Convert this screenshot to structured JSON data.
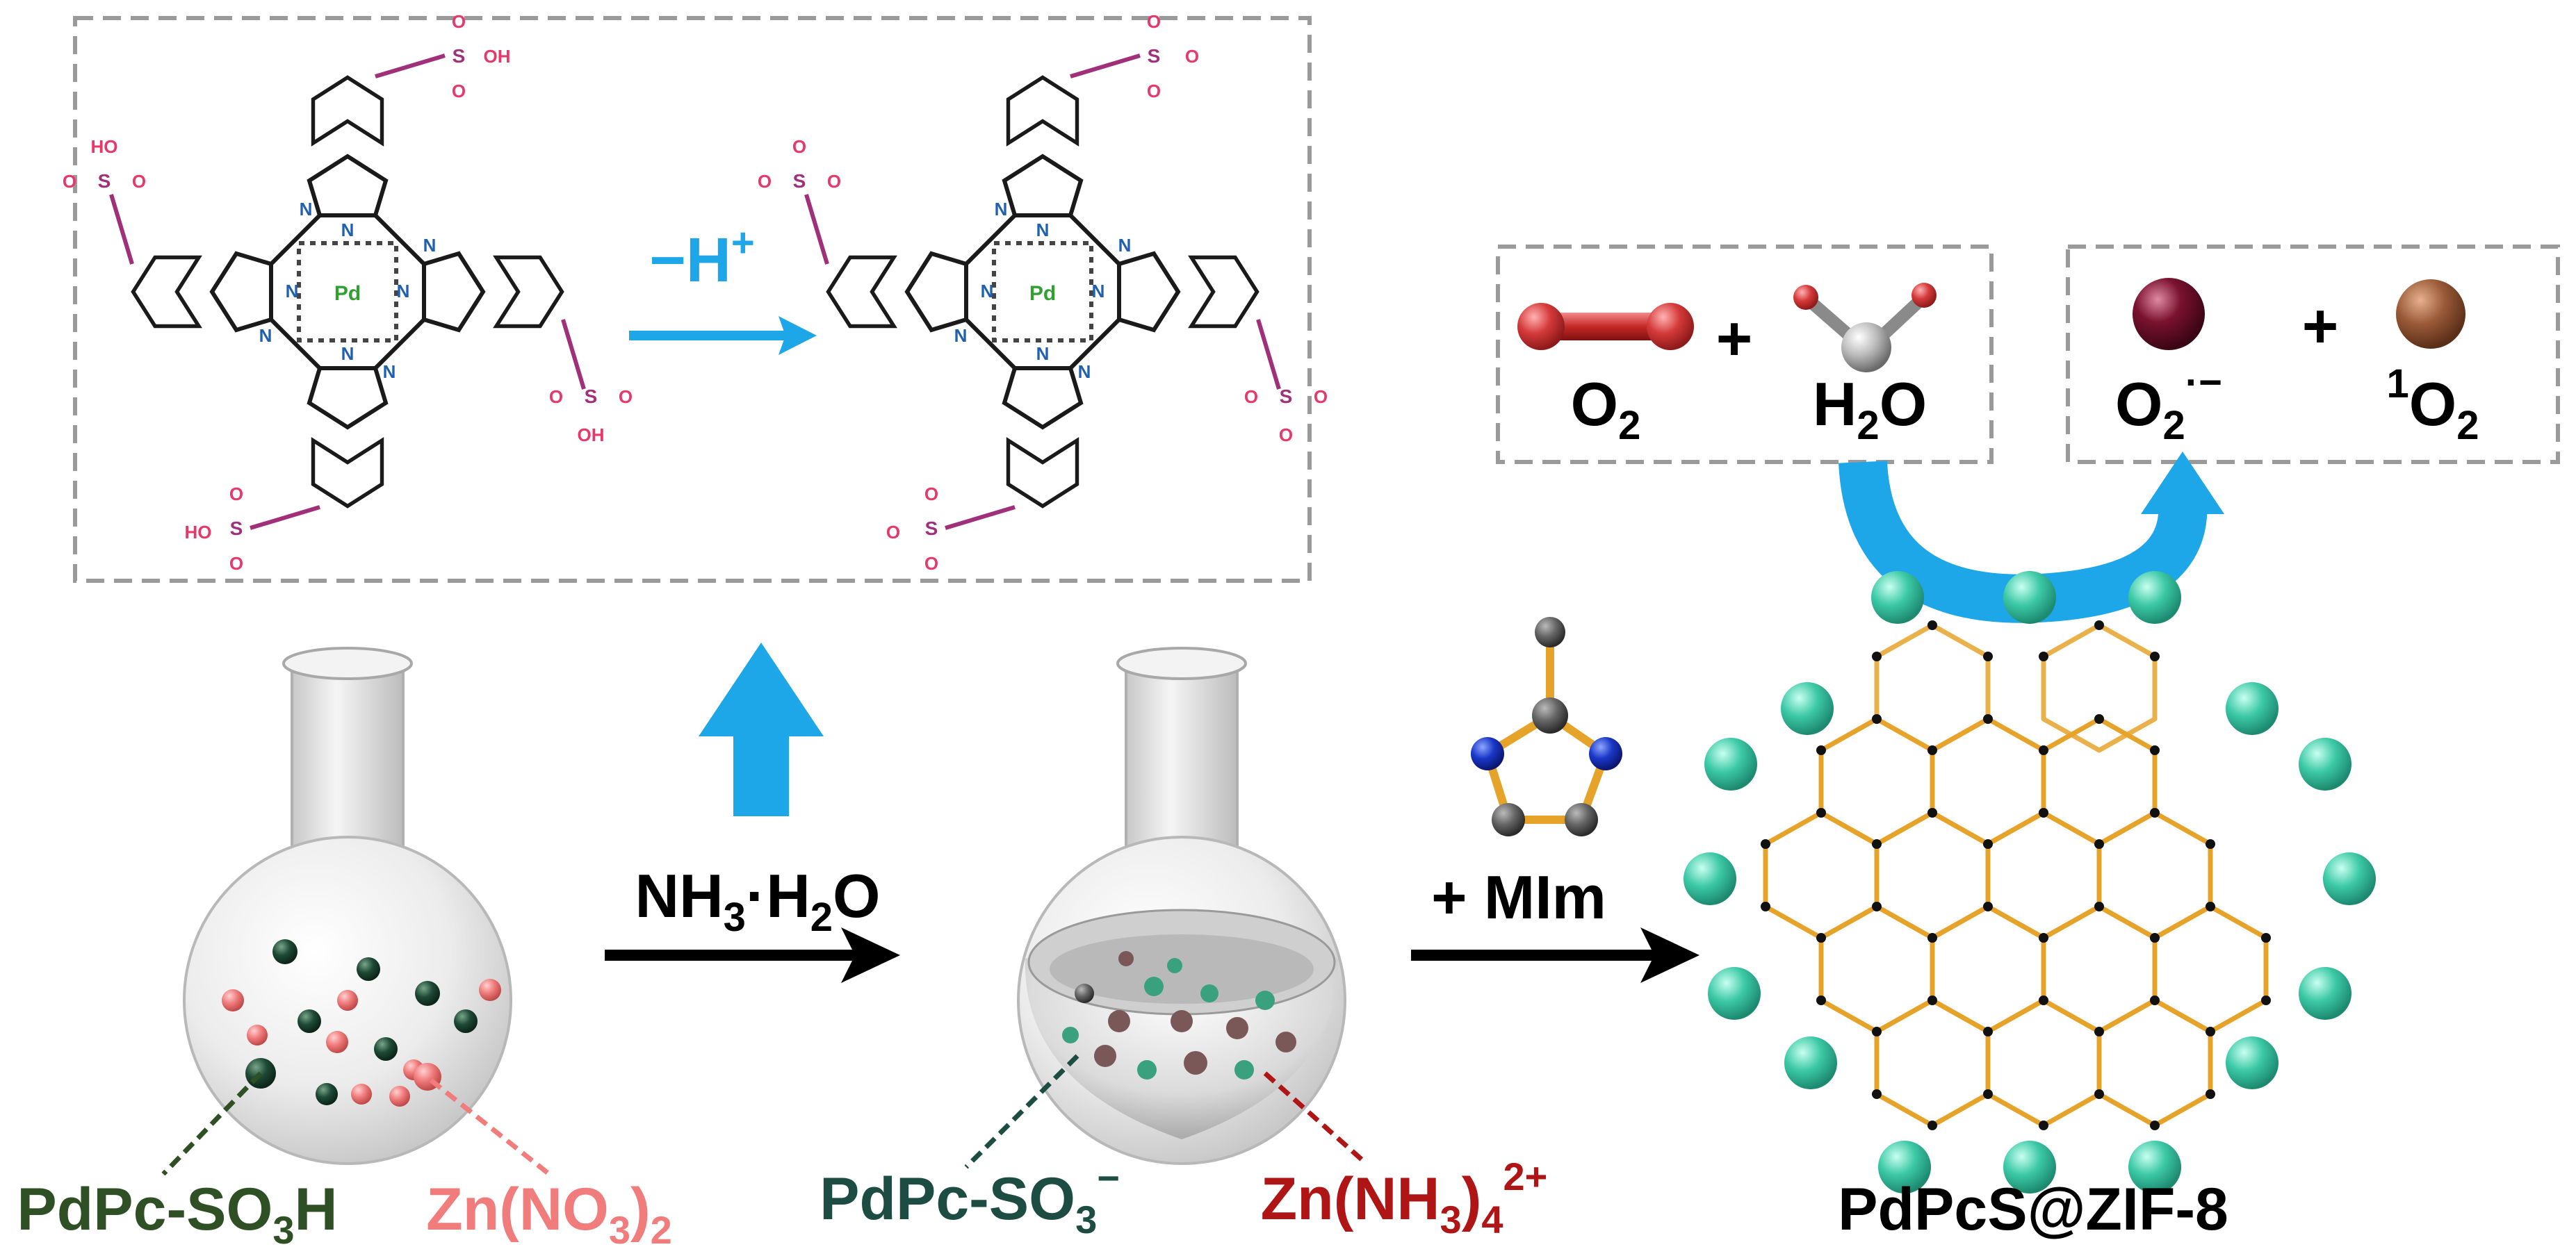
{
  "reaction": {
    "deprotonation_label": "−H",
    "deprotonation_sup": "+",
    "ammonia_pre": "NH",
    "ammonia_sub": "3",
    "ammonia_post": "·H",
    "ammonia_sub2": "2",
    "ammonia_end": "O",
    "mim_label": "+ MIm"
  },
  "ros": {
    "o2_main": "O",
    "o2_sub": "2",
    "plus": "+",
    "h2o_pre": "H",
    "h2o_sub": "2",
    "h2o_post": "O",
    "superoxide_main": "O",
    "superoxide_sub": "2",
    "superoxide_sup": "·−",
    "singlet_sup": "1",
    "singlet_main": "O",
    "singlet_sub": "2"
  },
  "molecule_atoms": {
    "nitrogen": "N",
    "palladium": "Pd",
    "sulfur": "S",
    "oxygen": "O",
    "hydroxyl": "HO",
    "hydroxyl_r": "OH"
  },
  "captions": {
    "pdpc_so3h_pre": "PdPc-SO",
    "pdpc_so3h_sub": "3",
    "pdpc_so3h_post": "H",
    "zn_no3_pre": "Zn(NO",
    "zn_no3_sub": "3",
    "zn_no3_post": ")",
    "zn_no3_sub2": "2",
    "pdpc_so3_pre": "PdPc-SO",
    "pdpc_so3_sub": "3",
    "pdpc_so3_sup": "−",
    "zn_nh3_pre": "Zn(NH",
    "zn_nh3_sub": "3",
    "zn_nh3_post": ")",
    "zn_nh3_sub2": "4",
    "zn_nh3_sup": "2+",
    "product": "PdPcS@ZIF-8"
  },
  "colors": {
    "arrow_blue": "#1ea7e8",
    "dark_green": "#2f4f25",
    "teal_green": "#1d4d42",
    "salmon": "#f07c7c",
    "dark_red": "#b01515",
    "magenta": "#a0307a",
    "nitrogen_blue": "#2060b0",
    "pd_green": "#30a030",
    "framework_orange": "#e6a32a",
    "sphere_teal": "#3cc9a6",
    "o2_red": "#d53a3a",
    "superoxide": "#7a1230",
    "singlet_brown": "#9a5a38"
  }
}
